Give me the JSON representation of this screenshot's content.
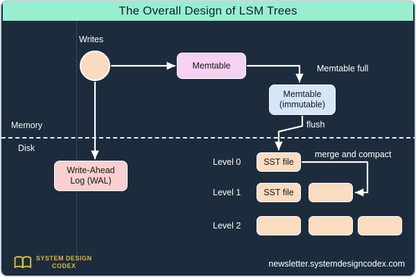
{
  "header": {
    "title": "The Overall Design of LSM Trees",
    "bg_color": "#97efd0",
    "text_color": "#11202c"
  },
  "canvas": {
    "bg_color": "#1c2c3c",
    "border_color": "#c9d6de"
  },
  "nodes": {
    "writes_circle": {
      "label": "",
      "color": "#f9dcbf"
    },
    "memtable": {
      "label": "Memtable",
      "color": "#f5d1f2"
    },
    "immutable_memtable": {
      "line1": "Memtable",
      "line2": "(immutable)",
      "color": "#d4e6f8"
    },
    "wal": {
      "line1": "Write-Ahead",
      "line2": "Log (WAL)",
      "color": "#f9cfcf"
    },
    "sst_level0": {
      "label": "SST file",
      "color": "#fadcc0"
    },
    "sst_level1_a": {
      "label": "SST file",
      "color": "#fadcc0"
    },
    "sst_level1_b": {
      "label": "",
      "color": "#fadcc0"
    },
    "sst_level2_a": {
      "label": "",
      "color": "#fadcc0"
    },
    "sst_level2_b": {
      "label": "",
      "color": "#fadcc0"
    },
    "sst_level2_c": {
      "label": "",
      "color": "#fadcc0"
    }
  },
  "labels": {
    "writes": "Writes",
    "memtable_full": "Memtable full",
    "flush": "flush",
    "merge_and_compact": "merge and compact",
    "memory": "Memory",
    "disk": "Disk",
    "level0": "Level 0",
    "level1": "Level 1",
    "level2": "Level 2"
  },
  "footer": {
    "brand_line1": "SYSTEM DESIGN",
    "brand_line2": "CODEX",
    "brand_color": "#e0b93d",
    "url": "newsletter.systemdesigncodex.com"
  }
}
